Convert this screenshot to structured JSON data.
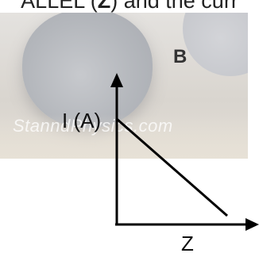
{
  "header": {
    "text_before": "ALLEL (",
    "text_bold": "Z",
    "text_after": ") and the curr"
  },
  "photo": {
    "label": "B",
    "watermark": "StanndPhysics.com"
  },
  "graph": {
    "y_label": "I (A)",
    "x_label": "Z"
  },
  "colors": {
    "axis": "#000000",
    "line": "#000000"
  }
}
